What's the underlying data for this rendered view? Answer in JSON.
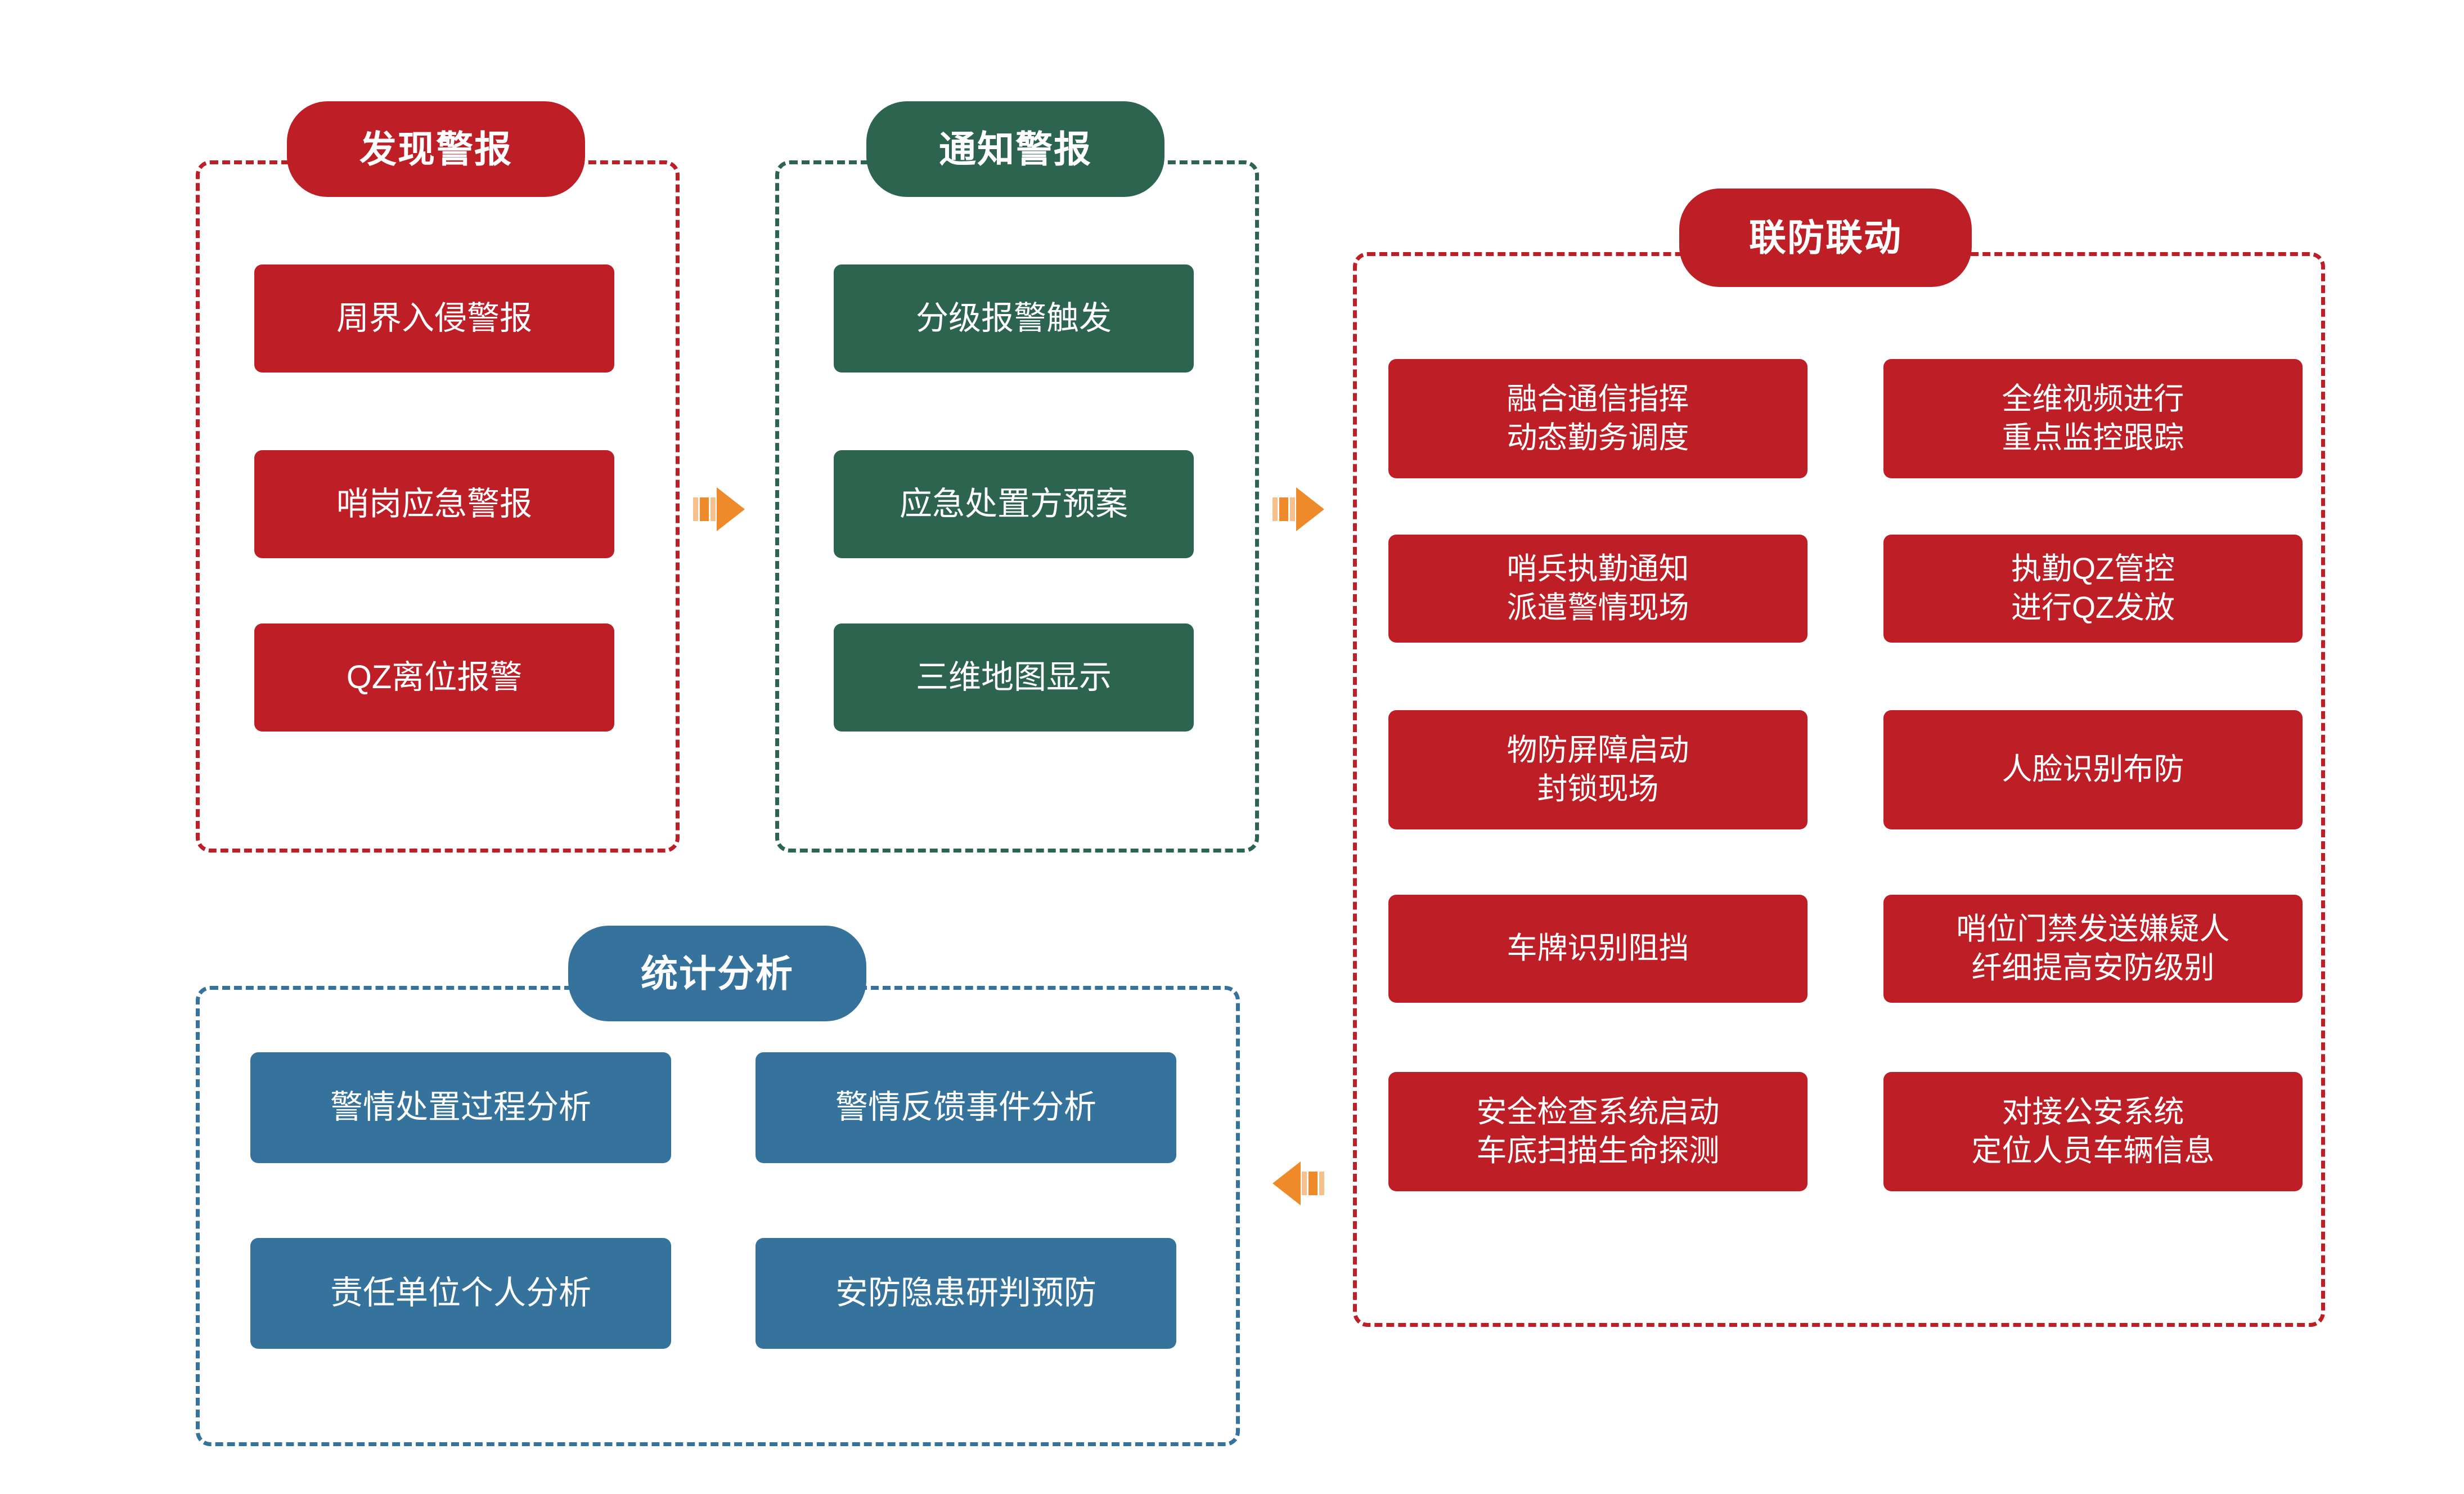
{
  "diagram": {
    "title_present": false,
    "colors": {
      "red": "#BE1E26",
      "green": "#2C6450",
      "blue": "#35739C",
      "arrow_orange": "#EF8A2B",
      "arrow_orange_light": "#F8C08A",
      "background": "#FFFFFF"
    }
  },
  "panels": [
    {
      "id": "discover-alarm",
      "header": "发现警报",
      "color": "red",
      "items": [
        "周界入侵警报",
        "哨岗应急警报",
        "QZ离位报警"
      ]
    },
    {
      "id": "notify-alarm",
      "header": "通知警报",
      "color": "green",
      "items": [
        "分级报警触发",
        "应急处置方预案",
        "三维地图显示"
      ]
    },
    {
      "id": "joint-defense",
      "header": "联防联动",
      "color": "red",
      "items_left": [
        "融合通信指挥\n动态勤务调度",
        "哨兵执勤通知\n派遣警情现场",
        "物防屏障启动\n封锁现场",
        "车牌识别阻挡",
        "安全检查系统启动\n车底扫描生命探测"
      ],
      "items_right": [
        "全维视频进行\n重点监控跟踪",
        "执勤QZ管控\n进行QZ发放",
        "人脸识别布防",
        "哨位门禁发送嫌疑人\n纤细提高安防级别",
        "对接公安系统\n定位人员车辆信息"
      ]
    },
    {
      "id": "statistics-analysis",
      "header": "统计分析",
      "color": "blue",
      "items_left": [
        "警情处置过程分析",
        "责任单位个人分析"
      ],
      "items_right": [
        "警情反馈事件分析",
        "安防隐患研判预防"
      ]
    }
  ],
  "arrows": [
    {
      "id": "arrow-discover-to-notify",
      "direction": "right"
    },
    {
      "id": "arrow-notify-to-joint",
      "direction": "right"
    },
    {
      "id": "arrow-joint-to-statistics",
      "direction": "left"
    }
  ]
}
